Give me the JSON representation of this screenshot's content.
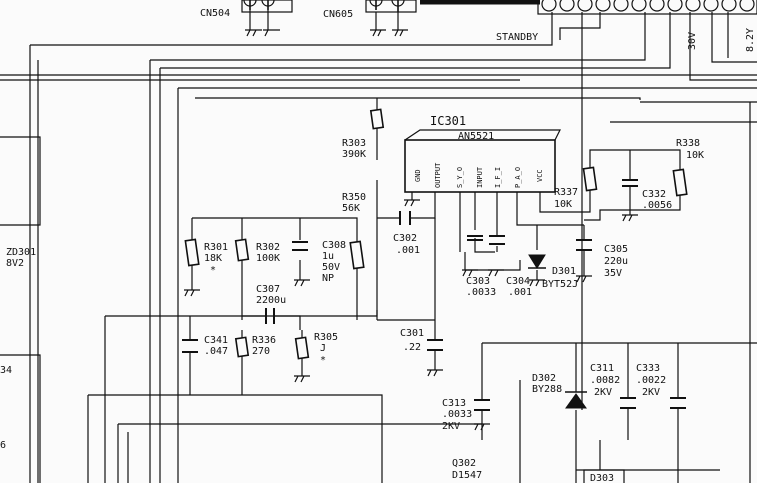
{
  "connectors": {
    "cn504": "CN504",
    "cn605": "CN605",
    "standby": "STANDBY",
    "v30": "30V",
    "v8_2": "8.2Y"
  },
  "ic": {
    "ref": "IC301",
    "part": "AN5521",
    "pins": [
      "GND",
      "OUTPUT",
      "S_Y_O",
      "INPUT",
      "I_F_I",
      "P_A_O",
      "VCC"
    ]
  },
  "left": {
    "zd301": "ZD301",
    "zd301_val": "8V2",
    "frag1": "34",
    "frag2": "6"
  },
  "components": {
    "r303": "R303",
    "r303_v": "390K",
    "r350": "R350",
    "r350_v": "56K",
    "r301": "R301",
    "r301_v": "18K",
    "r301_m": "*",
    "r302": "R302",
    "r302_v": "100K",
    "c308": "C308",
    "c308_v1": "1u",
    "c308_v2": "50V",
    "c308_v3": "NP",
    "c307": "C307",
    "c307_v": "2200u",
    "c341": "C341",
    "c341_v": ".047",
    "r336a": "R336",
    "r336a_v": "270",
    "r305": "R305",
    "r305_v": "J",
    "r305_m": "*",
    "c302": "C302",
    "c302_v": ".001",
    "c301": "C301",
    "c301_v": ".22",
    "c303": "C303",
    "c303_v": ".0033",
    "c304": "C304",
    "c304_v": ".001",
    "d301": "D301",
    "d301_v": "BYT52J",
    "c305": "C305",
    "c305_v1": "220u",
    "c305_v2": "35V",
    "r337": "R337",
    "r337_v": "10K",
    "c332": "C332",
    "c332_v": ".0056",
    "r338": "R338",
    "r338_v": "10K",
    "c313": "C313",
    "c313_v1": ".0033",
    "c313_v2": "2KV",
    "d302": "D302",
    "d302_v": "BY288",
    "c311": "C311",
    "c311_v1": ".0082",
    "c311_v2": "2KV",
    "c333": "C333",
    "c333_v1": ".0022",
    "c333_v2": "2KV",
    "q302": "Q302",
    "q302_v": "D1547",
    "d303": "D303"
  }
}
